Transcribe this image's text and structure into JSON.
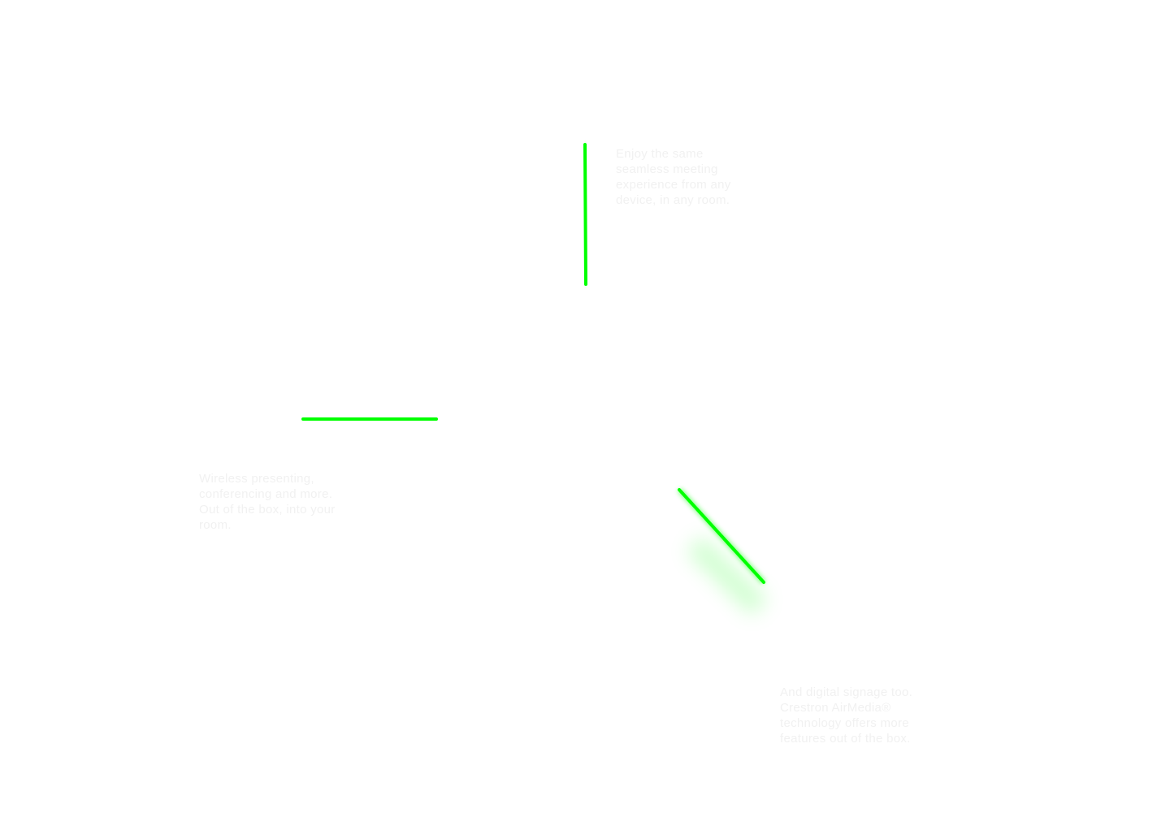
{
  "colors": {
    "accent": "#00ff00",
    "glow": "#00ff00",
    "text": "#f1f1f1",
    "background": "#ffffff"
  },
  "features": [
    {
      "icon": "green-vertical-light-line",
      "text": "Enjoy the same seamless meeting experience from any device, in any room."
    },
    {
      "icon": "green-horizontal-light-line",
      "text": "Wireless presenting, conferencing and more. Out of the box, into your room."
    },
    {
      "icon": "green-diagonal-light-line",
      "text": "And digital signage too. Crestron AirMedia® technology offers more features out of the box."
    }
  ]
}
